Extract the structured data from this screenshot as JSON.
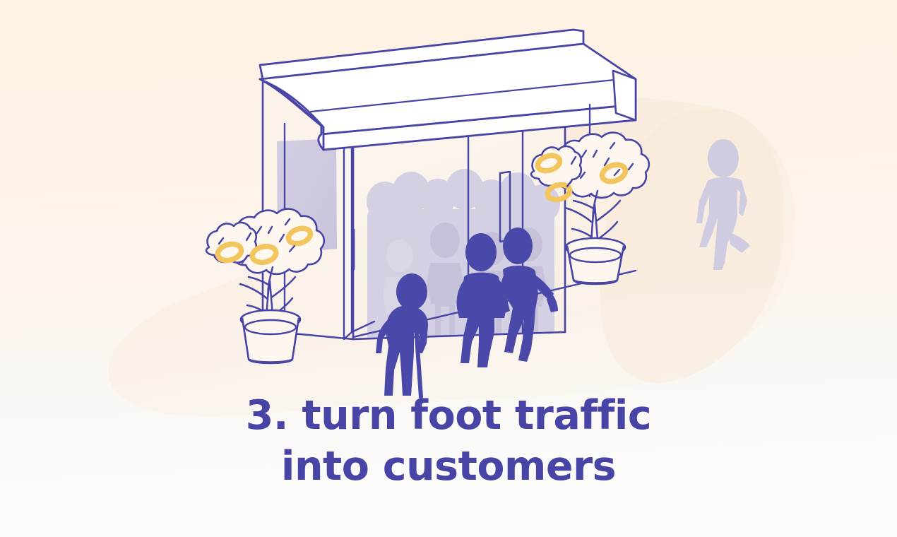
{
  "illustration": {
    "title": "Storefront with foot traffic",
    "alt_summary": "Line-art storefront with awning, two potted citrus trees, three blue pedestrian figures entering, and a crowd of shoppers visible through the glass"
  },
  "caption": {
    "line1": "3. turn foot traffic",
    "line2": "into customers",
    "step_number": "3."
  },
  "colors": {
    "background_top": "#FEF2E4",
    "background_bottom": "#FAFAFA",
    "blob": "#F9EADC",
    "ink": "#4744A6",
    "figure_blue": "#4A48A8",
    "silhouette": "#CFCBE0",
    "silhouette_soft": "#D8D4E6",
    "glass": "#F9F1E8",
    "glass_panel": "#FBF6EF",
    "fruit_yellow": "#F3C55E",
    "awning_fill": "#FFFFFF",
    "sign_panel": "#CECADF",
    "wall": "#FBF3E9"
  },
  "scene": {
    "awning": {
      "label": "shop awning",
      "fill": "#FFFFFF"
    },
    "sign_panel": {
      "label": "wall sign panel"
    },
    "door": {
      "label": "open glass door"
    },
    "glass_front": {
      "label": "storefront glass window"
    },
    "trees": [
      {
        "name": "left potted citrus tree",
        "fruit_count": 3
      },
      {
        "name": "right potted citrus tree",
        "fruit_count": 3
      }
    ],
    "foreground_figures": [
      {
        "name": "elderly-person-with-cane",
        "color": "#4A48A8"
      },
      {
        "name": "person-hands-on-hips",
        "color": "#4A48A8"
      },
      {
        "name": "person-walking-in",
        "color": "#4A48A8"
      }
    ],
    "background_figures": [
      {
        "name": "passerby-walking",
        "color": "#CFCBE0"
      }
    ],
    "crowd": {
      "name": "crowd-behind-glass",
      "color": "#D2CEE2",
      "count": 9
    }
  }
}
